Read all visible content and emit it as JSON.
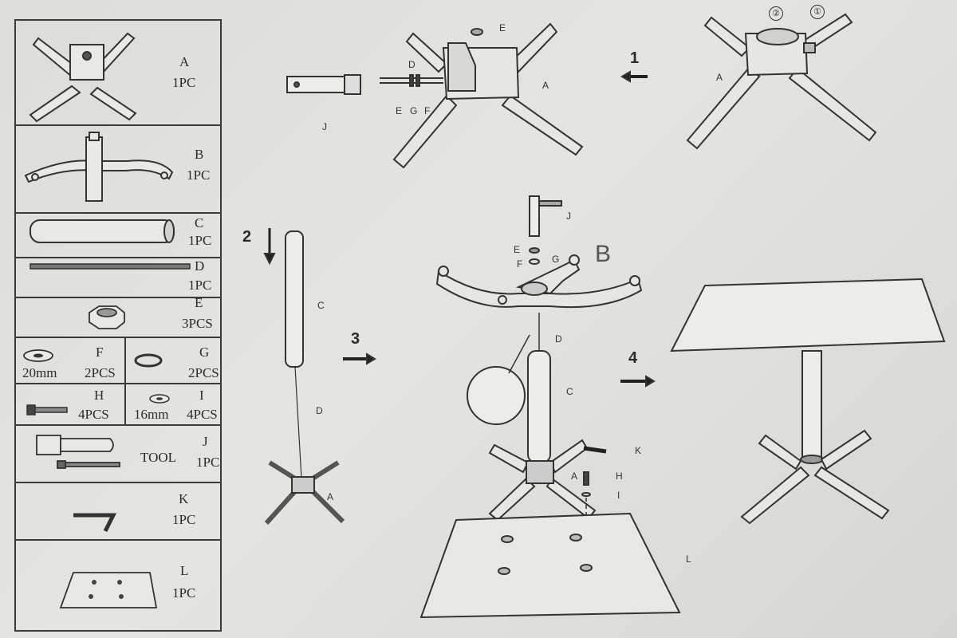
{
  "parts": [
    {
      "id": "A",
      "qty": "1PC"
    },
    {
      "id": "B",
      "qty": "1PC"
    },
    {
      "id": "C",
      "qty": "1PC"
    },
    {
      "id": "D",
      "qty": "1PC"
    },
    {
      "id": "E",
      "qty": "3PCS"
    },
    {
      "id": "F",
      "qty": "2PCS",
      "size": "20mm"
    },
    {
      "id": "G",
      "qty": "2PCS"
    },
    {
      "id": "H",
      "qty": "4PCS"
    },
    {
      "id": "I",
      "qty": "4PCS",
      "size": "16mm"
    },
    {
      "id": "J",
      "qty": "1PC",
      "name": "TOOL"
    },
    {
      "id": "K",
      "qty": "1PC"
    },
    {
      "id": "L",
      "qty": "1PC"
    }
  ],
  "steps": [
    "1",
    "2",
    "3",
    "4"
  ],
  "labels": {
    "A": "A",
    "B": "B",
    "C": "C",
    "D": "D",
    "E": "E",
    "F": "F",
    "G": "G",
    "H": "H",
    "I": "I",
    "J": "J",
    "K": "K",
    "L": "L"
  },
  "callouts": [
    "①",
    "②"
  ]
}
